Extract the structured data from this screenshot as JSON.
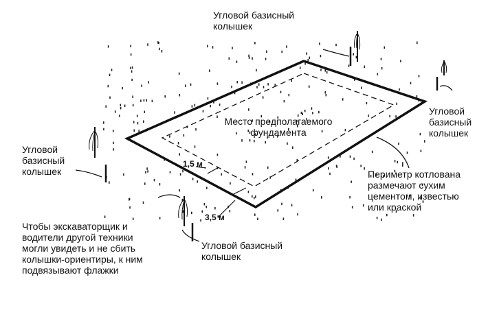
{
  "labels": {
    "stake_top": "Угловой базисный\nколышек",
    "stake_right": "Угловой\nбазисный\nколышек",
    "stake_left": "Угловой\nбазисный\nколышек",
    "stake_bottom": "Угловой базисный\nколышек",
    "foundation": "Место предполагаемого\nфундамента",
    "perimeter": "Периметр котлована\nразмечают сухим\nцементом, известью\nили краской",
    "flags_note": "Чтобы экскаваторщик и\nводители другой техники\nмогли увидеть и не сбить\nколышки-ориентиры, к ним\nподвязывают флажки",
    "dim_side": "1,5 м",
    "dim_end": "3,5 м"
  }
}
